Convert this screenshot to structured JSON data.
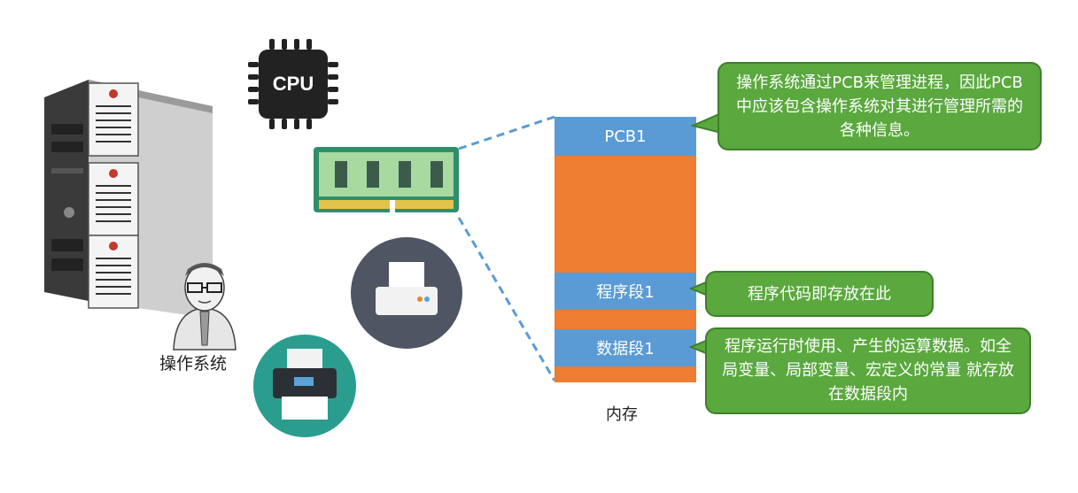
{
  "os_label": "操作系统",
  "cpu_text": "CPU",
  "memory_label": "内存",
  "memory": {
    "pcb": "PCB1",
    "code": "程序段1",
    "data": "数据段1"
  },
  "callouts": {
    "pcb": "操作系统通过PCB来管理进程，因此PCB中应该包含操作系统对其进行管理所需的各种信息。",
    "code": "程序代码即存放在此",
    "data": "程序运行时使用、产生的运算数据。如全局变量、局部变量、宏定义的常量 就存放在数据段内"
  },
  "colors": {
    "memory_blue": "#5b9bd5",
    "memory_orange": "#ed7d31",
    "callout_green": "#5aa83e"
  }
}
